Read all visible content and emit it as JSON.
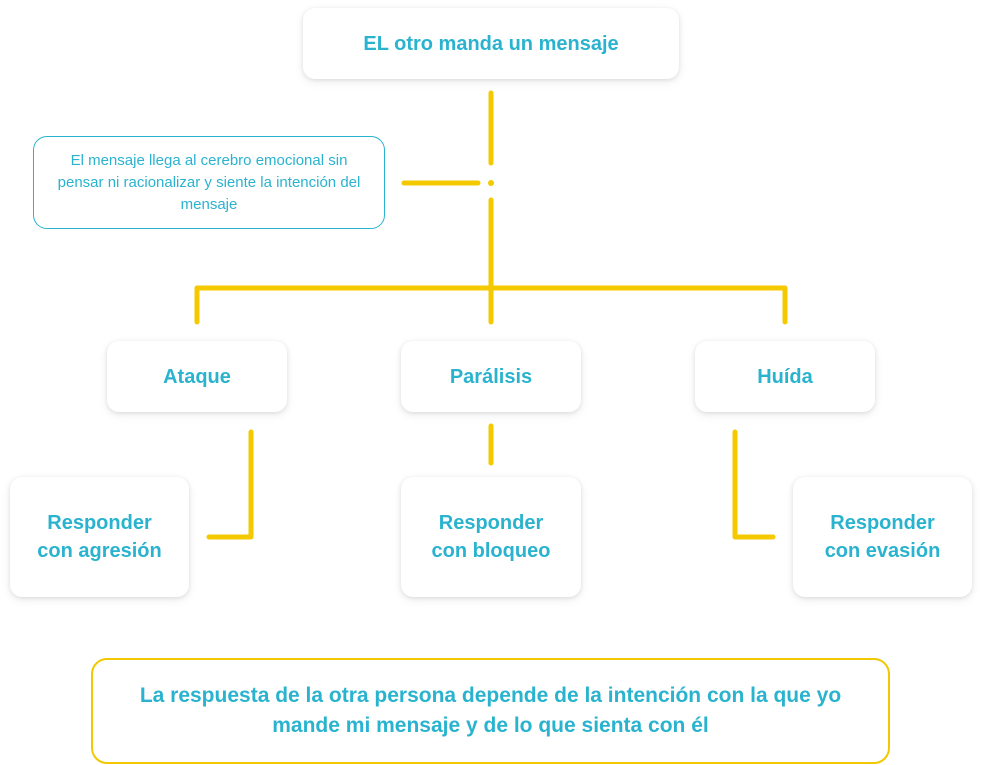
{
  "colors": {
    "text": "#2ab3cf",
    "connector": "#f4c900",
    "conclusion_border": "#f2c800"
  },
  "top": {
    "label": "EL otro manda un mensaje"
  },
  "note": {
    "text": "El mensaje llega al cerebro emocional sin pensar ni racionalizar y siente la intención del mensaje"
  },
  "branches": [
    {
      "label": "Ataque",
      "response": "Responder con agresión"
    },
    {
      "label": "Parálisis",
      "response": "Responder con bloqueo"
    },
    {
      "label": "Huída",
      "response": "Responder con evasión"
    }
  ],
  "conclusion": {
    "text": "La respuesta de la otra persona depende de la intención con la que yo mande mi mensaje y de lo que sienta con él"
  }
}
